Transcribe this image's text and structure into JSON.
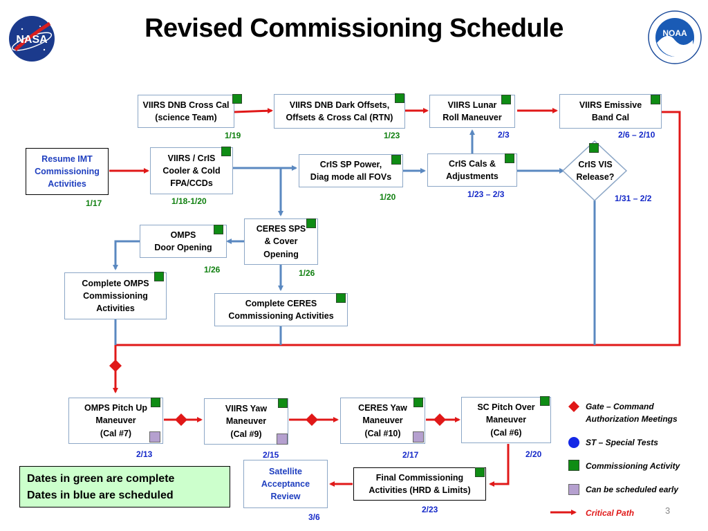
{
  "title": "Revised Commissioning Schedule",
  "logos": {
    "nasa": "NASA",
    "noaa": "NOAA"
  },
  "boxes": {
    "resume": "Resume IMT\nCommissioning\nActivities",
    "dnb_cross": "VIIRS DNB Cross Cal\n(science Team)",
    "dnb_dark": "VIIRS DNB Dark Offsets,\nOffsets & Cross Cal (RTN)",
    "lunar": "VIIRS Lunar\nRoll Maneuver",
    "emissive": "VIIRS Emissive\nBand Cal",
    "cooler": "VIIRS / CrIS\nCooler & Cold\nFPA/CCDs",
    "cris_sp": "CrIS SP Power,\nDiag mode all FOVs",
    "cris_cals": "CrIS Cals &\nAdjustments",
    "cris_vis": "CrIS VIS\nRelease?",
    "omps_door": "OMPS\nDoor Opening",
    "ceres_sps": "CERES SPS\n& Cover\nOpening",
    "omps_complete": "Complete OMPS\nCommissioning\nActivities",
    "ceres_complete": "Complete CERES\nCommissioning Activities",
    "omps_pitch": "OMPS Pitch Up\nManeuver\n(Cal #7)",
    "viirs_yaw": "VIIRS Yaw\nManeuver\n(Cal #9)",
    "ceres_yaw": "CERES Yaw\nManeuver\n(Cal #10)",
    "sc_pitch": "SC Pitch Over\nManeuver\n(Cal #6)",
    "satellite": "Satellite\nAcceptance\nReview",
    "final": "Final Commissioning\nActivities (HRD & Limits)"
  },
  "dates": {
    "resume": "1/17",
    "dnb_cross": "1/19",
    "dnb_dark": "1/23",
    "lunar": "2/3",
    "emissive": "2/6 – 2/10",
    "cooler": "1/18-1/20",
    "cris_sp": "1/20",
    "cris_cals": "1/23 – 2/3",
    "cris_vis": "1/31 – 2/2",
    "omps_door": "1/26",
    "ceres_sps": "1/26",
    "omps_pitch": "2/13",
    "viirs_yaw": "2/15",
    "ceres_yaw": "2/17",
    "sc_pitch": "2/20",
    "final": "2/23",
    "satellite": "3/6"
  },
  "legend": {
    "gate": "Gate – Command\nAuthorization Meetings",
    "special": "ST – Special Tests",
    "commissioning": "Commissioning Activity",
    "early": "Can be scheduled early",
    "critical": "Critical Path"
  },
  "note": {
    "line1": "Dates in green are complete",
    "line2": "Dates in blue are scheduled"
  },
  "page_number": "3",
  "colors": {
    "complete": "#108010",
    "scheduled": "#1428c8",
    "critical_path": "#e01818",
    "flow": "#5a88c0",
    "commissioning_square": "#0f8c14",
    "early_square": "#b5a0cf"
  }
}
